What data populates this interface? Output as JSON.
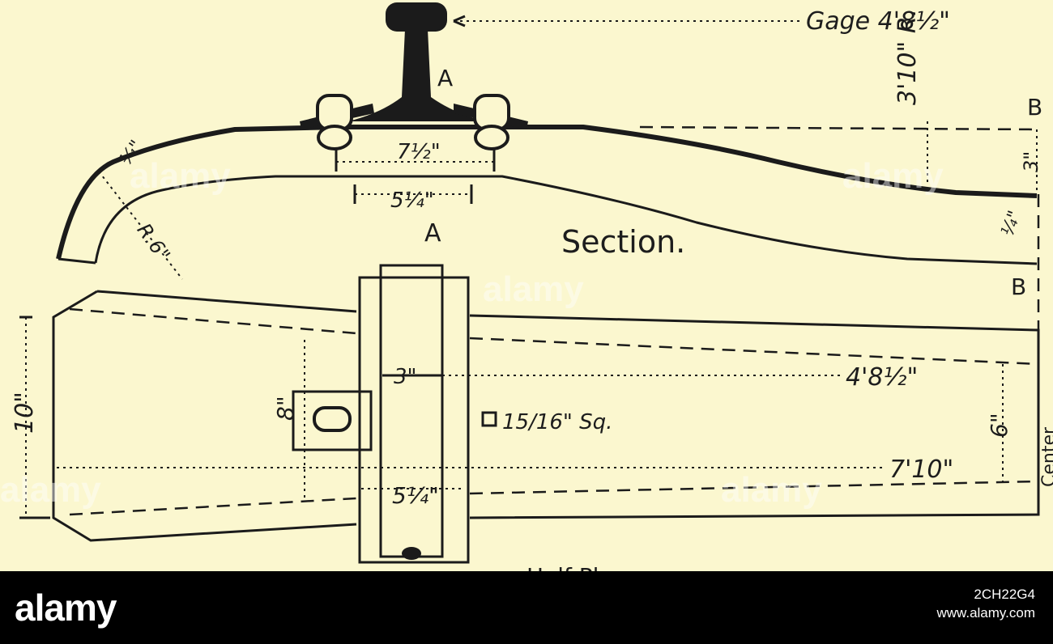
{
  "labels": {
    "gage_callout": "Gage 4'8½\"",
    "radius_top": "3'10\" R.",
    "point_a_top": "A",
    "point_a_bottom": "A",
    "point_b_top": "B",
    "point_b_bottom": "B",
    "section_title": "Section.",
    "half_plan_title": "Half Pl",
    "center_label": "Center",
    "dim_quarter_left": "¼\"",
    "dim_r6": "R.6\"",
    "dim_7half": "7½\"",
    "dim_5quarter_section": "5¼\"",
    "dim_3_right": "3\"",
    "dim_quarter_right": "¼\"",
    "dim_10": "10\"",
    "dim_8": "8\"",
    "dim_3_plan": "3\"",
    "dim_5quarter_plan": "5¼\"",
    "dim_gage_plan": "4'8½\"",
    "dim_hole": "15/16\" Sq.",
    "dim_6": "6\"",
    "dim_7_10": "7'10\""
  },
  "watermark": {
    "text": "alamy"
  },
  "footer": {
    "brand": "alamy",
    "image_id": "2CH22G4",
    "site": "www.alamy.com"
  },
  "colors": {
    "paper": "#fbf7cf",
    "ink": "#1b1b1b",
    "footer_bg": "#000000"
  }
}
